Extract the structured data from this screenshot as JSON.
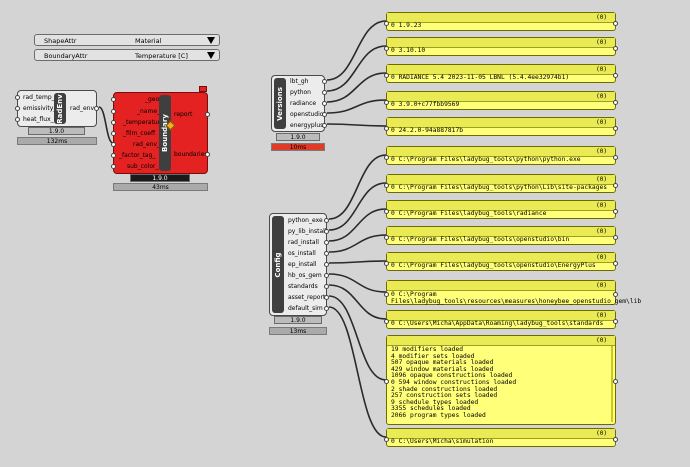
{
  "value_lists": [
    {
      "name": "ShapeAttr",
      "value": "Material"
    },
    {
      "name": "BoundaryAttr",
      "value": "Temperature [C]"
    }
  ],
  "radenv": {
    "title": "RadEnv",
    "inputs": [
      "rad_temp_",
      "emissivity_",
      "heat_flux_"
    ],
    "outputs": [
      "rad_env"
    ],
    "version": "1.9.0",
    "timer": "132ms"
  },
  "boundary": {
    "title": "Boundary",
    "inputs": [
      "_geo",
      "_name_",
      "_temperature",
      "_film_coeff",
      "rad_env_",
      "_factor_tag_",
      "sub_color_"
    ],
    "outputs": [
      "report",
      "boundaries"
    ],
    "version": "1.9.0",
    "timer": "43ms",
    "accent": "#e52222"
  },
  "versions": {
    "title": "Versions",
    "outputs": [
      "lbt_gh",
      "python",
      "radiance",
      "openstudio",
      "energyplus"
    ],
    "version": "1.9.0",
    "timer": "10ms"
  },
  "config": {
    "title": "Config",
    "outputs": [
      "python_exe",
      "py_lib_install",
      "rad_install",
      "os_install",
      "ep_install",
      "hb_os_gem",
      "standards",
      "asset_report",
      "default_sim"
    ],
    "version": "1.9.0",
    "timer": "13ms"
  },
  "panels": [
    {
      "count": "(0)",
      "lines": [
        "0 1.9.23"
      ]
    },
    {
      "count": "(0)",
      "lines": [
        "0 3.10.10"
      ]
    },
    {
      "count": "(0)",
      "lines": [
        "0 RADIANCE 5.4 2023-11-05 LBNL (5.4.4ee32974b1)"
      ]
    },
    {
      "count": "(0)",
      "lines": [
        "0 3.9.0+c77fbb9569"
      ]
    },
    {
      "count": "(0)",
      "lines": [
        "0 24.2.0-94a887817b"
      ]
    },
    {
      "count": "(0)",
      "lines": [
        "0 C:\\Program Files\\ladybug_tools\\python\\python.exe"
      ]
    },
    {
      "count": "(0)",
      "lines": [
        "0 C:\\Program Files\\ladybug_tools\\python\\Lib\\site-packages"
      ]
    },
    {
      "count": "(0)",
      "lines": [
        "0 C:\\Program Files\\ladybug_tools\\radiance"
      ]
    },
    {
      "count": "(0)",
      "lines": [
        "0 C:\\Program Files\\ladybug_tools\\openstudio\\bin"
      ]
    },
    {
      "count": "(0)",
      "lines": [
        "0 C:\\Program Files\\ladybug_tools\\openstudio\\EnergyPlus"
      ]
    },
    {
      "count": "(0)",
      "lines": [
        "0 C:\\Program",
        "Files\\ladybug_tools\\resources\\measures\\honeybee_openstudio_gem\\lib"
      ]
    },
    {
      "count": "(0)",
      "lines": [
        "0 C:\\Users\\Micha\\AppData\\Roaming\\ladybug_tools\\standards"
      ]
    },
    {
      "count": "(0)",
      "lines": [
        "19 modifiers loaded",
        "4 modifier sets loaded",
        "507 opaque materials loaded",
        "429 window materials loaded",
        "1096 opaque constructions loaded",
        "0 594 window constructions loaded",
        "2 shade constructions loaded",
        "257 construction sets loaded",
        "9 schedule types loaded",
        "3355 schedules loaded",
        "2066 program types loaded"
      ]
    },
    {
      "count": "(0)",
      "lines": [
        "0 C:\\Users\\Micha\\simulation"
      ]
    }
  ]
}
